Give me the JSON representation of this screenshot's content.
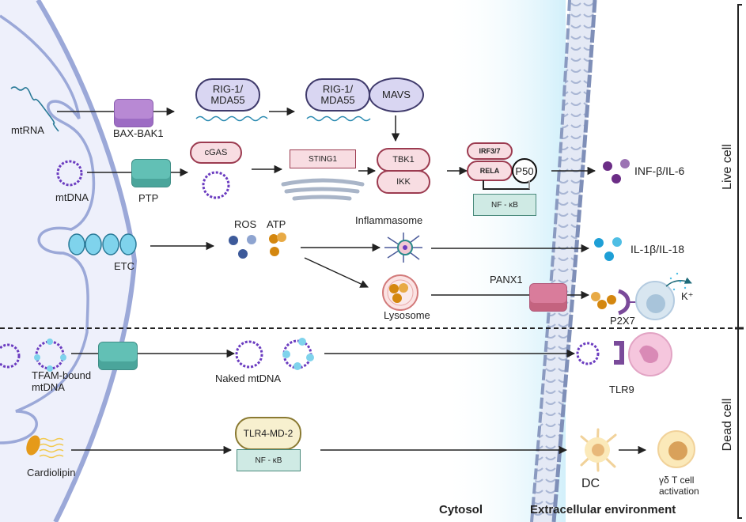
{
  "title": "Mitochondrial DAMP release and innate immune signaling",
  "colors": {
    "membrane": "#9ba8d8",
    "mito_fill": "#eef0fb",
    "purple_protein": "#d9d6f2",
    "pink_protein": "#f8dde2",
    "nfkb_green": "#cfeae4",
    "tlr4_yellow": "#f7f0cf",
    "ros_blue": "#3d5a9a",
    "atp_orange": "#d4870f",
    "cytokine_purple": "#6b2d86",
    "il1_cyan": "#1e9fd6"
  },
  "mitochondrion": {
    "mtrna_label": "mtRNA",
    "mtdna_label": "mtDNA",
    "etc_label": "ETC",
    "tfam_label_line1": "TFAM-bound",
    "tfam_label_line2": "mtDNA",
    "cardiolipin_label": "Cardiolipin"
  },
  "channels": {
    "bax_bak1": "BAX-BAK1",
    "ptp": "PTP",
    "panx1": "PANX1"
  },
  "rna_pathway": {
    "rig1_a_line1": "RIG-1/",
    "rig1_a_line2": "MDA55",
    "rig1_b_line1": "RIG-1/",
    "rig1_b_line2": "MDA55",
    "mavs": "MAVS"
  },
  "dna_pathway": {
    "cgas": "cGAS",
    "sting1": "STING1",
    "tbk1": "TBK1",
    "ikk": "IKK",
    "irf37": "IRF3/7",
    "rela": "RELA",
    "p50": "P50",
    "nfkb": "NF - κB",
    "output": "INF-β/IL-6"
  },
  "metabolites": {
    "ros": "ROS",
    "atp": "ATP",
    "inflammasome": "Inflammasome",
    "lysosome": "Lysosome",
    "il1_output": "IL-1β/IL-18",
    "p2x7": "P2X7",
    "k_plus": "K⁺"
  },
  "dead_cell": {
    "naked_mtdna": "Naked mtDNA",
    "tlr9": "TLR9",
    "tlr4": "TLR4-MD-2",
    "nfkb": "NF - κB",
    "dc": "DC",
    "gdt_line1": "γδ T cell",
    "gdt_line2": "activation"
  },
  "regions": {
    "cytosol": "Cytosol",
    "extracellular": "Extracellular environment",
    "live_cell": "Live cell",
    "dead_cell": "Dead cell"
  }
}
